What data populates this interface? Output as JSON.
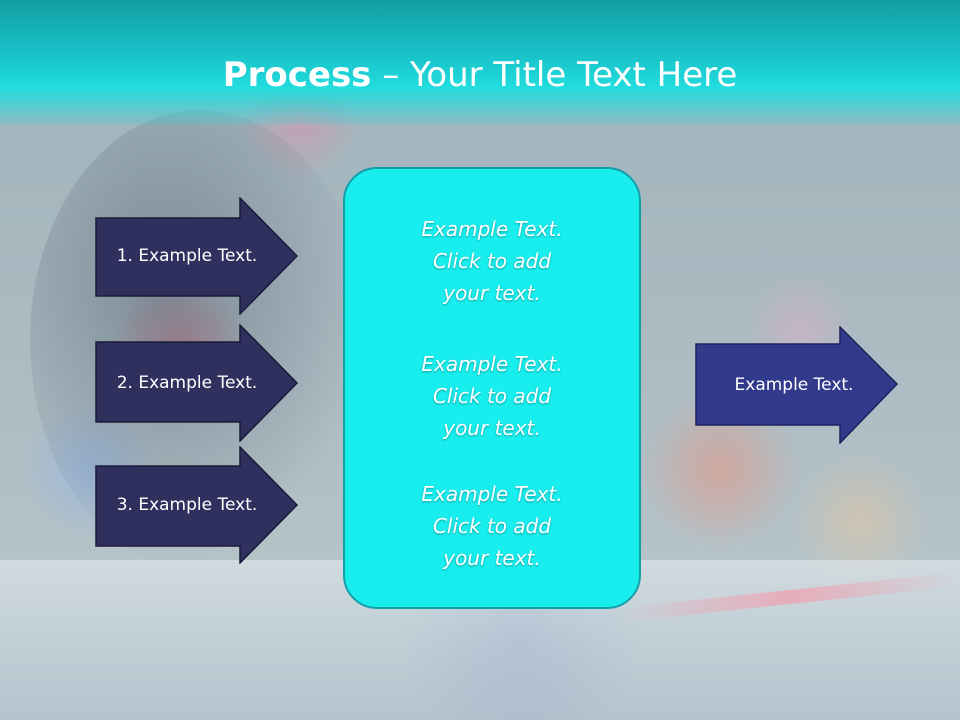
{
  "slide": {
    "title_bold": "Process",
    "title_rest": " – Your Title Text Here"
  },
  "colors": {
    "header": "#19c4c9",
    "arrow_fill": "#30305e",
    "arrow_out_fill": "#323a8c",
    "center_box": "#19eeee"
  },
  "steps": [
    {
      "label": "1. Example Text."
    },
    {
      "label": "2. Example Text."
    },
    {
      "label": "3. Example Text."
    }
  ],
  "center_blocks": [
    {
      "text": "Example Text.\nClick  to add\nyour text."
    },
    {
      "text": "Example Text.\nClick  to add\nyour text."
    },
    {
      "text": "Example Text.\nClick  to add\nyour text."
    }
  ],
  "output": {
    "label": "Example Text."
  }
}
